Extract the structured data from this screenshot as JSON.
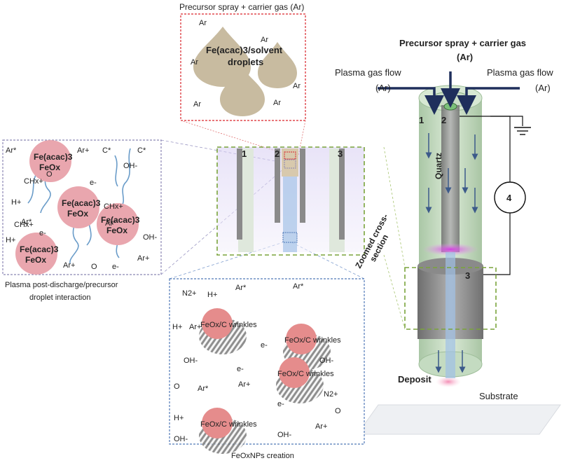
{
  "top_box": {
    "title": "Precursor spray + carrier gas (Ar)",
    "droplet_label_line1": "Fe(acac)3/solvent",
    "droplet_label_line2": "droplets",
    "ar": "Ar"
  },
  "reactor": {
    "spray_title_line1": "Precursor spray + carrier gas",
    "spray_title_line2": "(Ar)",
    "plasma_gas_left_line1": "Plasma gas flow",
    "plasma_gas_left_line2": "(Ar)",
    "plasma_gas_right_line1": "Plasma gas flow",
    "plasma_gas_right_line2": "(Ar)",
    "quartz": "Quartz",
    "label_1": "1",
    "label_2": "2",
    "label_3": "3",
    "label_4": "4",
    "deposit": "Deposit",
    "substrate": "Substrate"
  },
  "zoom": {
    "label_1": "1",
    "label_2": "2",
    "label_3": "3",
    "zoom_caption_line1": "Zoomed cross-",
    "zoom_caption_line2": "section"
  },
  "left_box": {
    "caption_line1": "Plasma post-discharge/precursor",
    "caption_line2": "droplet interaction",
    "particle_line1": "Fe(acac)3",
    "particle_line2": "FeOx",
    "species": [
      "Ar*",
      "Ar+",
      "C*",
      "C*",
      "OH-",
      "O",
      "CHx+",
      "H+",
      "e-",
      "CHx+",
      "CHx+",
      "Ar*",
      "Ar*",
      "e-",
      "OH-",
      "H+",
      "Ar+",
      "Ar+",
      "O",
      "e-"
    ]
  },
  "bottom_box": {
    "caption": "FeOxNPs creation",
    "np_label": "FeOx/C wrinkles",
    "species": [
      "N2+",
      "H+",
      "Ar*",
      "Ar*",
      "H+",
      "Ar+",
      "e-",
      "OH-",
      "OH-",
      "e-",
      "O",
      "Ar*",
      "Ar+",
      "N2+",
      "e-",
      "O",
      "H+",
      "Ar+",
      "OH-",
      "OH-"
    ]
  },
  "colors": {
    "red_box": "#d9242b",
    "purple_box": "#8b86b5",
    "blue_box": "#4f79b8",
    "green_box": "#7aa43b",
    "navy": "#1f2f5c",
    "droplet": "#c8bba0",
    "particle": "#e9a6ae",
    "np": "#e58c8c"
  }
}
